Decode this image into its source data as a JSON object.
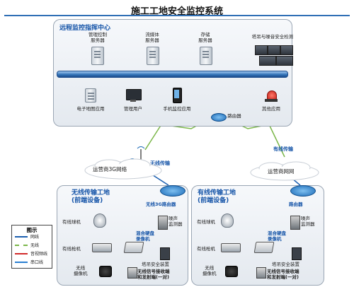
{
  "title": "施工工地安全监控系统",
  "center": {
    "title": "远程监控指挥中心",
    "servers": [
      "管理控制\n服务器",
      "流媒体\n服务器",
      "存储\n服务器"
    ],
    "tower_label": "塔吊与噪音安全检测",
    "clients": [
      "电子地图应用",
      "管理用户",
      "手机监控应用",
      "其他应用"
    ],
    "router_label": "路由器"
  },
  "links": {
    "wireless": "无线传输",
    "wired": "有线传输"
  },
  "clouds": {
    "left": "运营商3G网络",
    "right": "运营商网网"
  },
  "site_left": {
    "title": "无线传输工地\n(前端设备)",
    "router": "无线3G路由器",
    "ball_cam": "有线球机",
    "gun_cam": "有线枪机",
    "wireless_cam": "无线\n摄像机",
    "noise": "噪声\n监测器",
    "recorder": "混合硬盘\n录像机",
    "tower": "塔吊安全装置",
    "receiver": "无线信号接收端\n和发射端(一对)"
  },
  "site_right": {
    "title": "有线传输工地\n(前端设备)",
    "router": "路由器",
    "ball_cam": "有线球机",
    "gun_cam": "有线枪机",
    "wireless_cam": "无线\n摄像机",
    "noise": "噪声\n监测器",
    "recorder": "混合硬盘\n录像机",
    "tower": "塔吊安全装置",
    "receiver": "无线信号接收端\n和发射端(一对)"
  },
  "legend": {
    "title": "图示",
    "items": [
      {
        "label": "网线",
        "color": "#1c5fb0"
      },
      {
        "label": "无线",
        "color": "#7ab648"
      },
      {
        "label": "音视频线",
        "color": "#d12b2b"
      },
      {
        "label": "串口线",
        "color": "#2b7fd1"
      }
    ]
  }
}
